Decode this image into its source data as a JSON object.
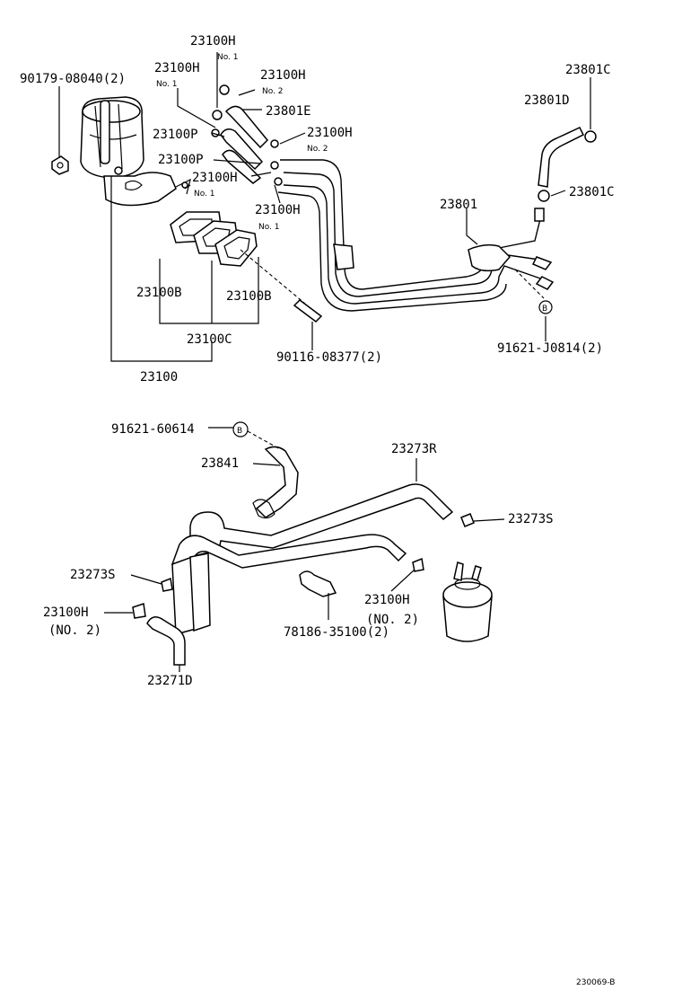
{
  "diagram": {
    "labels": {
      "p23100H_top": "23100H",
      "no1_top": "No. 1",
      "p90179": "90179-08040(2)",
      "p23100H_a": "23100H",
      "no1_a": "No. 1",
      "p23100H_b": "23100H",
      "no2_b": "No. 2",
      "p23801E": "23801E",
      "p23100P_a": "23100P",
      "p23100H_c": "23100H",
      "no2_c": "No. 2",
      "p23100P_b": "23100P",
      "p23100H_d": "23100H",
      "no1_d": "No. 1",
      "p23100H_e": "23100H",
      "no1_e": "No. 1",
      "p23801C_top": "23801C",
      "p23801D": "23801D",
      "p23801C_mid": "23801C",
      "p23801": "23801",
      "p23100B_left": "23100B",
      "p23100B_right": "23100B",
      "p23100C": "23100C",
      "p23100": "23100",
      "p90116": "90116-08377(2)",
      "p91621_J0814": "91621-J0814(2)",
      "marker_b_top": "B",
      "p91621_60614": "91621-60614",
      "marker_b_low": "B",
      "p23841": "23841",
      "p23273R": "23273R",
      "p23273S_right": "23273S",
      "p23273S_left": "23273S",
      "p23100H_low_left": "23100H",
      "no2_low_left": "(NO. 2)",
      "p78186": "78186-35100(2)",
      "p23100H_low_right": "23100H",
      "no2_low_right": "(NO. 2)",
      "p23271D": "23271D",
      "figure_code": "230069-B"
    }
  }
}
